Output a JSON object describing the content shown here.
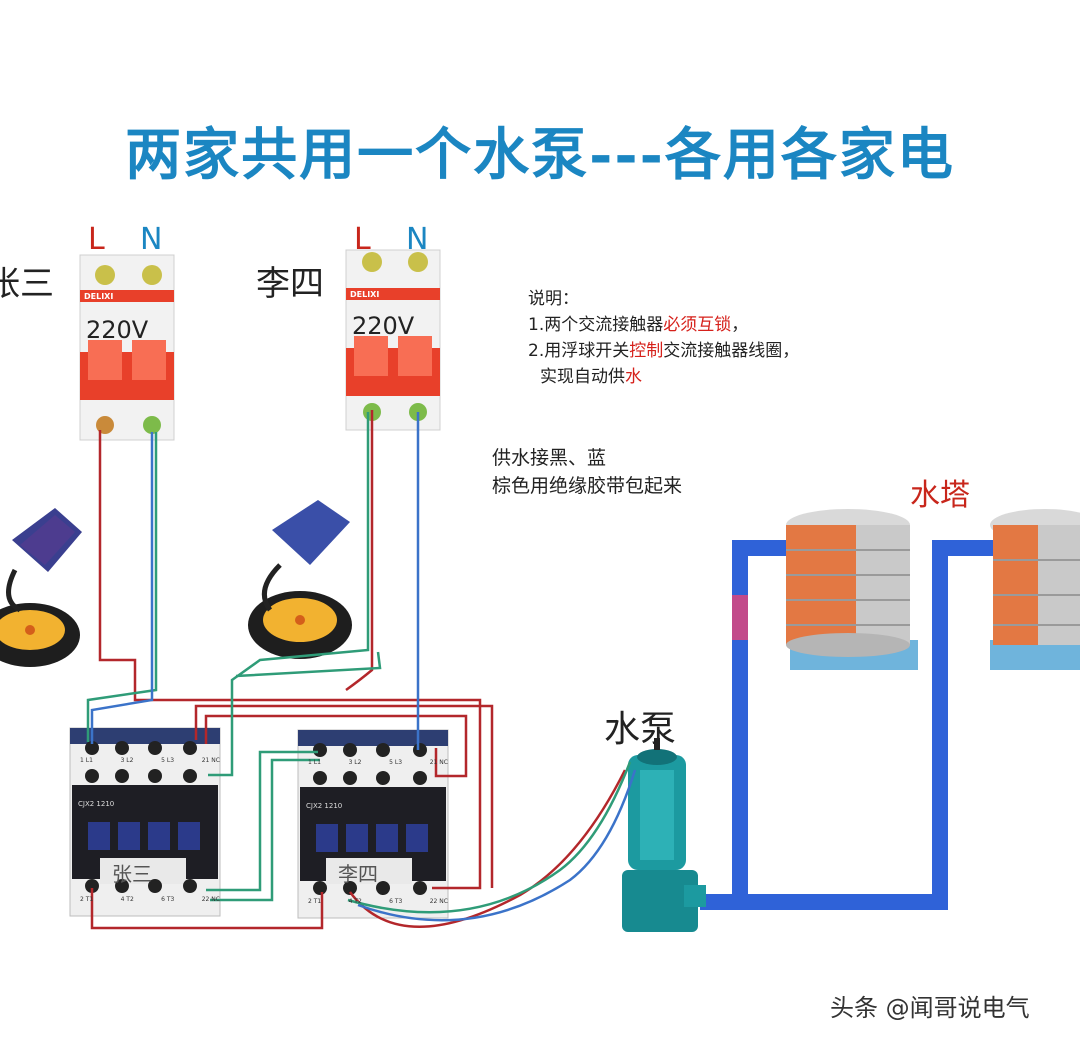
{
  "title": "两家共用一个水泵---各用各家电",
  "breaker1": {
    "user": "张三",
    "terminal_l": "L",
    "terminal_n": "N",
    "rating": "220V",
    "brand": "DELIXI"
  },
  "breaker2": {
    "user": "李四",
    "terminal_l": "L",
    "terminal_n": "N",
    "rating": "220V",
    "brand": "DELIXI"
  },
  "notes": {
    "heading": "说明：",
    "line1_prefix": "1.两个交流接触器",
    "line1_red": "必须互锁",
    "line1_suffix": "，",
    "line2_prefix": "2.用浮球开关",
    "line2_red": "控制",
    "line2_suffix": "交流接触器线圈，",
    "line3_prefix": "实现自动供",
    "line3_red": "水"
  },
  "supply_note": {
    "line1": "供水接黑、蓝",
    "line2": "棕色用绝缘胶带包起来"
  },
  "water_tower_label": "水塔",
  "pump_label": "水泵",
  "contactor1": {
    "name_plate": "张三",
    "model": "CJX2 1210",
    "terms_top": [
      "1 L1",
      "3 L2",
      "5 L3",
      "21 NC"
    ],
    "terms_bottom": [
      "2 T1",
      "4 T2",
      "6 T3",
      "22 NC"
    ]
  },
  "contactor2": {
    "name_plate": "李四",
    "model": "CJX2 1210",
    "terms_top": [
      "1 L1",
      "3 L2",
      "5 L3",
      "21 NC"
    ],
    "terms_bottom": [
      "2 T1",
      "4 T2",
      "6 T3",
      "22 NC"
    ]
  },
  "watermark": "头条 @闻哥说电气",
  "colors": {
    "title": "#1b86c2",
    "red_text": "#d6211b",
    "breaker_red": "#e8402a",
    "wire_red": "#b3272b",
    "wire_green": "#2f9c78",
    "wire_blue": "#3b73c9",
    "pipe": "#2f62d8",
    "pump": "#1c9aa0"
  }
}
